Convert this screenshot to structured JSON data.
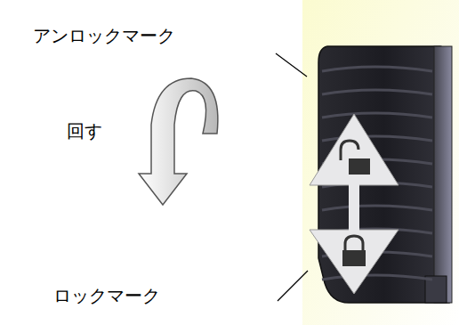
{
  "diagram": {
    "labels": [
      "アンロックマーク",
      "回す",
      "ロックマーク"
    ]
  }
}
